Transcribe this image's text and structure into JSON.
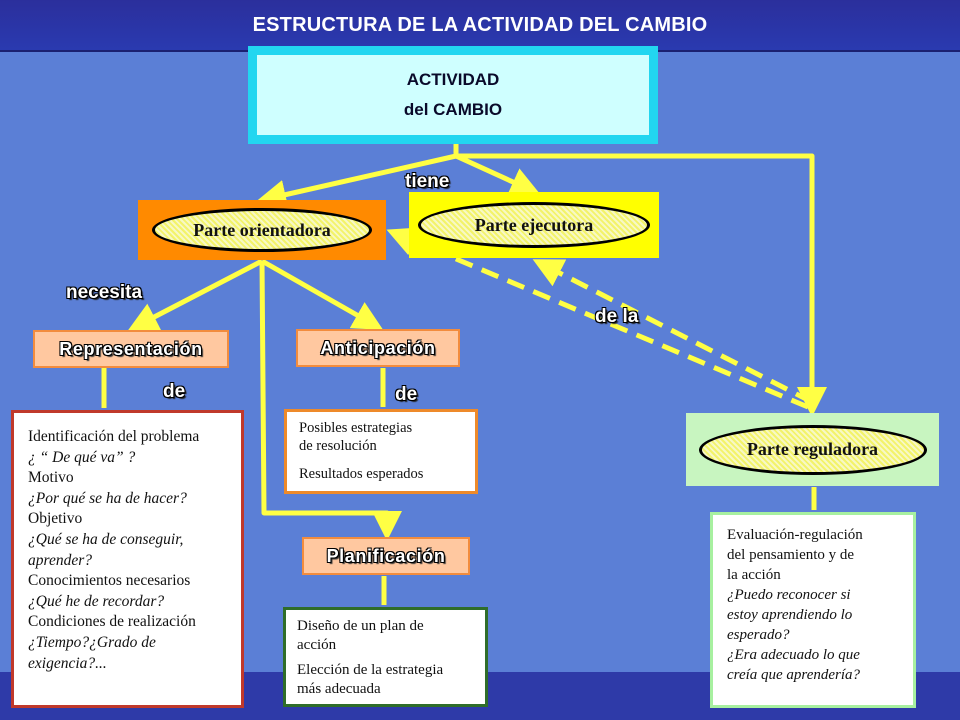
{
  "title": "ESTRUCTURA DE LA ACTIVIDAD DEL CAMBIO",
  "activity": {
    "line1": "ACTIVIDAD",
    "line2": "del CAMBIO"
  },
  "parts": {
    "orientadora": "Parte orientadora",
    "ejecutora": "Parte ejecutora",
    "reguladora": "Parte reguladora"
  },
  "connector_labels": {
    "tiene": "tiene",
    "necesita": "necesita",
    "de_la": "de la",
    "de_representacion": "de",
    "de_anticipacion": "de"
  },
  "concepts": {
    "representacion": "Representación",
    "anticipacion": "Anticipación",
    "planificacion": "Planificación"
  },
  "notes": {
    "representacion": [
      "Identificación del problema",
      "¿ “ De qué va” ?",
      "Motivo",
      "¿Por qué se ha de hacer?",
      "Objetivo",
      "¿Qué se ha de conseguir,",
      "aprender?",
      "Conocimientos necesarios",
      "¿Qué he de recordar?",
      "Condiciones de realización",
      "¿Tiempo?¿Grado de",
      "exigencia?..."
    ],
    "anticipacion": [
      "Posibles estrategias",
      "de resolución",
      "Resultados esperados"
    ],
    "planificacion": [
      "Diseño de un plan de",
      "acción",
      "Elección de la estrategia",
      "más adecuada"
    ],
    "reguladora": [
      "Evaluación-regulación",
      "del pensamiento y de",
      "la acción",
      "¿Puedo reconocer si",
      "estoy aprendiendo lo",
      "esperado?",
      "¿Era adecuado lo que",
      "creía que aprendería?"
    ]
  },
  "colors": {
    "background": "#5b7fd6",
    "header": "#2b2f9c",
    "connector": "#ffff44",
    "orientadora": "#ff8a00",
    "ejecutora": "#ffff00",
    "reguladora": "#c8f5c0",
    "activity_border": "#22d6f0",
    "activity_fill": "#cfffff"
  }
}
